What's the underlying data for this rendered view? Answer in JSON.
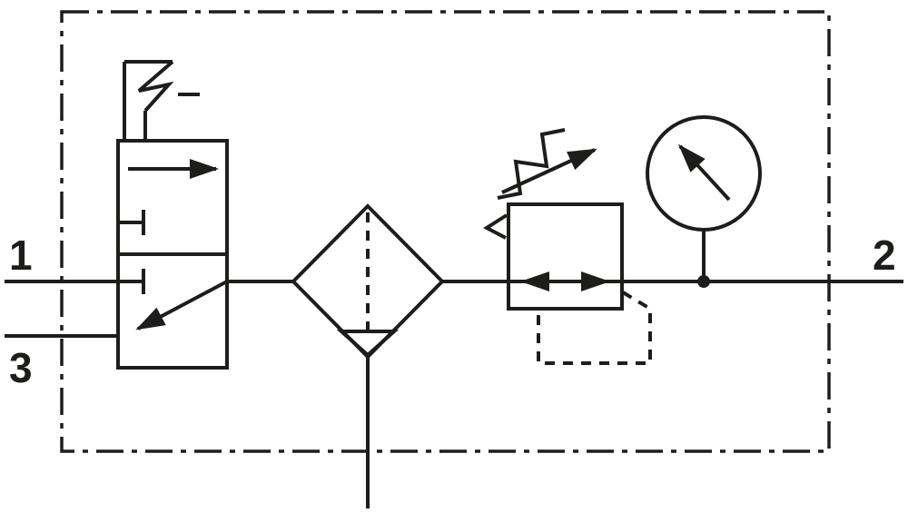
{
  "diagram": {
    "type": "pneumatic-circuit-schematic",
    "ports": {
      "port1": "1",
      "port2": "2",
      "port3": "3"
    },
    "components": {
      "valve": "shutoff-valve-icon",
      "filter": "filter-water-separator-icon",
      "regulator": "pressure-regulator-icon",
      "gauge": "pressure-gauge-icon",
      "boundary": "assembly-boundary-frame"
    },
    "colors": {
      "line": "#1d1d1b",
      "background": "#ffffff"
    }
  }
}
